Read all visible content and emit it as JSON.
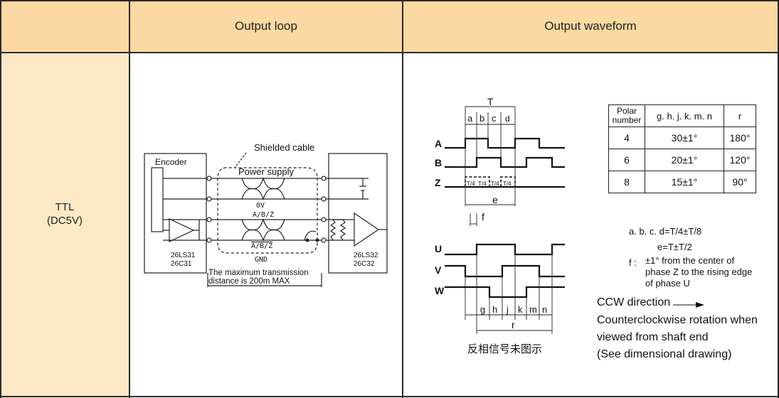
{
  "headers": {
    "col1": "",
    "col2": "Output loop",
    "col3": "Output waveform"
  },
  "row": {
    "label_line1": "TTL",
    "label_line2": "(DC5V)"
  },
  "loop": {
    "encoder": "Encoder",
    "shielded_cable": "Shielded cable",
    "power_supply": "Power supply",
    "ov": "0V",
    "abz": "A/B/Z",
    "abz_bar": "A/B/Z",
    "gnd": "GND",
    "tx_chip_1": "26LS31",
    "tx_chip_2": "26C31",
    "rx_chip_1": "26LS32",
    "rx_chip_2": "26C32",
    "distance_line1": "The maximum transmission",
    "distance_line2": "distance is 200m MAX"
  },
  "waveform": {
    "T": "T",
    "a": "a",
    "b": "b",
    "c": "c",
    "d": "d",
    "A": "A",
    "B": "B",
    "Z": "Z",
    "quarter": "T/4",
    "e": "e",
    "f": "f",
    "U": "U",
    "V": "V",
    "W": "W",
    "g": "g",
    "h": "h",
    "j": "j",
    "k": "k",
    "m": "m",
    "n": "n",
    "r": "r",
    "caption_cn": "反相信号未图示"
  },
  "table": {
    "headers": [
      "Polar number",
      "g. h. j. k. m. n",
      "r"
    ],
    "rows": [
      [
        "4",
        "30±1°",
        "180°"
      ],
      [
        "6",
        "20±1°",
        "120°"
      ],
      [
        "8",
        "15±1°",
        "90°"
      ]
    ]
  },
  "formulas": {
    "abcd": "a. b. c. d=T/4±T/8",
    "e": "e=T±T/2",
    "f_prefix": "f :",
    "f_line1": "±1° from the center of",
    "f_line2": "phase Z to the rising edge",
    "f_line3": "of phase U"
  },
  "notes": {
    "ccw": "CCW direction",
    "line2": "Counterclockwise rotation when",
    "line3": "viewed from shaft end",
    "line4": "(See dimensional drawing)"
  }
}
